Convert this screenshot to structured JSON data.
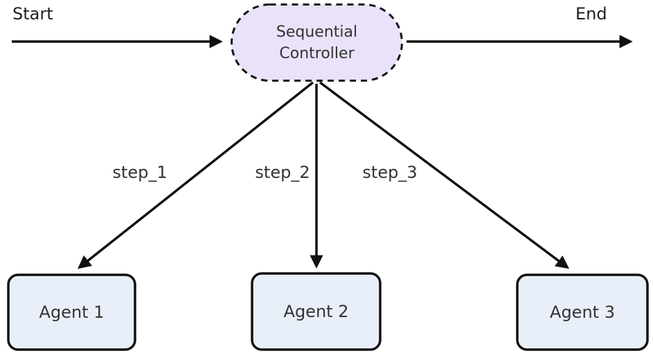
{
  "diagram": {
    "start_label": "Start",
    "end_label": "End",
    "controller": {
      "line1": "Sequential",
      "line2": "Controller"
    },
    "edges": [
      {
        "label": "step_1"
      },
      {
        "label": "step_2"
      },
      {
        "label": "step_3"
      }
    ],
    "agents": [
      {
        "label": "Agent 1"
      },
      {
        "label": "Agent 2"
      },
      {
        "label": "Agent 3"
      }
    ],
    "colors": {
      "controller_fill": "#e9e2f9",
      "agent_fill": "#e9eff9",
      "line": "#111111",
      "text": "#333333"
    }
  }
}
